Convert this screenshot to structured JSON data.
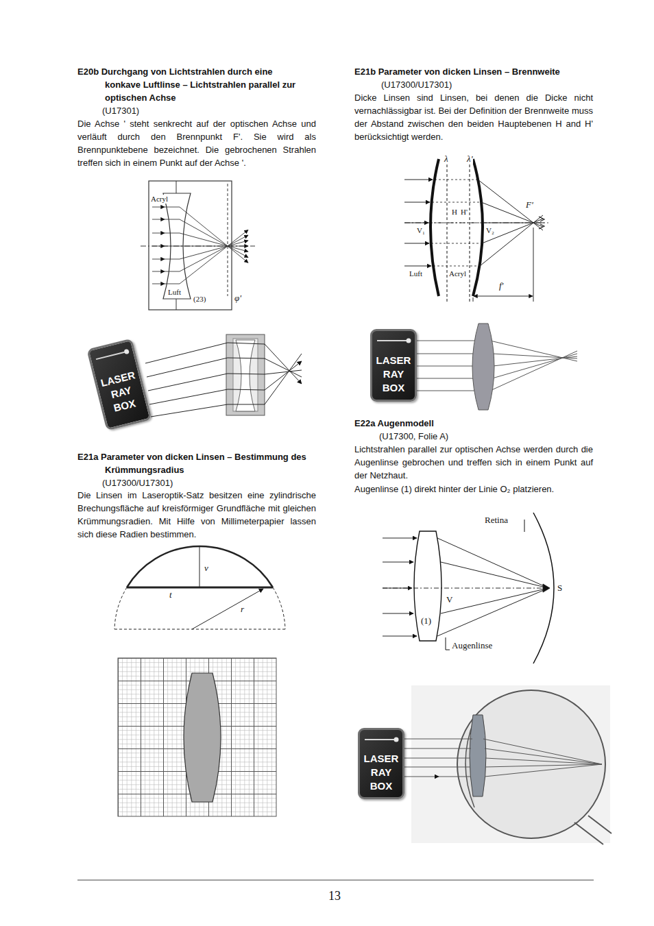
{
  "diagram": {
    "nodes": [
      {
        "text": [
          "LASER RAY BOX"
        ]
      },
      {
        "text": [
          "LASER RAY BOX"
        ]
      },
      {
        "text": [
          "LASER RAY BOX"
        ]
      }
    ],
    "labels": [
      "E20b Durchgang von Lichtstrahlen durch eine konkave Luftlinse – Lichtstrahlen parallel zur optischen Achse",
      "(U17301)",
      "Die Achse ' steht senkrecht auf der optischen Achse und verläuft durch den Brennpunkt F'. Sie wird als Brennpunktebene bezeichnet. Die gebrochenen Strahlen treffen sich in einem Punkt auf der Achse '.",
      "Acryl",
      "Luft",
      "(23)",
      "φ'",
      "E21a Parameter von dicken Linsen – Bestimmung des Krümmungsradius",
      "(U17300/U17301)",
      "Die Linsen im Laseroptik-Satz besitzen eine zylindrische Brechungsfläche auf kreisförmiger Grundfläche mit gleichen Krümmungsradien. Mit Hilfe von Millimeterpapier lassen sich diese Radien bestimmen.",
      "v",
      "t",
      "r",
      "E21b Parameter von dicken Linsen – Brennweite",
      "(U17300/U17301)",
      "Dicke Linsen sind Linsen, bei denen die Dicke nicht vernachlässigbar ist. Bei der Definition der Brennweite muss der Abstand zwischen den beiden Hauptebenen H and H' berücksichtigt werden.",
      "λ",
      "λ'",
      "H",
      "H'",
      "F'",
      "V₁",
      "V₂",
      "Luft",
      "Acryl",
      "f'",
      "E22a Augenmodell",
      "(U17300, Folie A)",
      "Lichtstrahlen parallel zur optischen Achse werden durch die Augenlinse gebrochen und treffen sich in einem Punkt auf der Netzhaut.",
      "Augenlinse (1) direkt hinter der Linie O₂ platzieren.",
      "Retina",
      "S",
      "V",
      "(1)",
      "Augenlinse",
      "13"
    ]
  }
}
